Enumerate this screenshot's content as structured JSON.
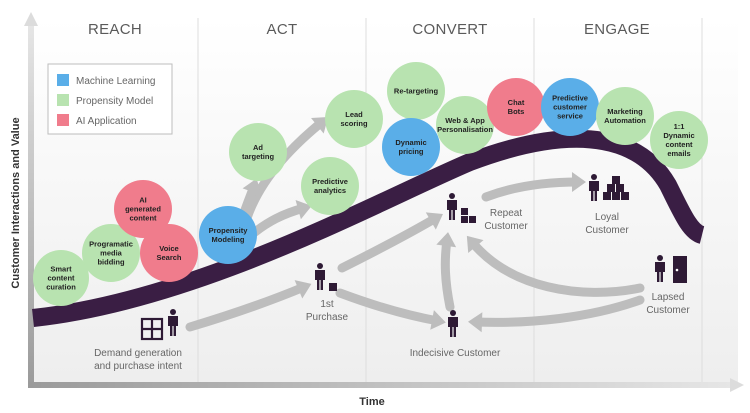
{
  "colors": {
    "machine_learning": "#5aaee8",
    "propensity_model": "#b8e3b0",
    "ai_application": "#f07c8c",
    "curve": "#3a1e44",
    "arrow": "#bdbdbd",
    "person": "#2e1a35"
  },
  "phases": [
    "REACH",
    "ACT",
    "CONVERT",
    "ENGAGE"
  ],
  "axes": {
    "y_label": "Customer Interactions and Value",
    "x_label": "Time"
  },
  "legend": [
    {
      "label": "Machine Learning",
      "category": "machine_learning"
    },
    {
      "label": "Propensity Model",
      "category": "propensity_model"
    },
    {
      "label": "AI Application",
      "category": "ai_application"
    }
  ],
  "bubbles": [
    {
      "id": "smart-content-curation",
      "lines": [
        "Smart",
        "content",
        "curation"
      ],
      "category": "propensity_model"
    },
    {
      "id": "programatic-media-bidding",
      "lines": [
        "Programatic",
        "media",
        "bidding"
      ],
      "category": "propensity_model"
    },
    {
      "id": "ai-generated-content",
      "lines": [
        "AI",
        "generated",
        "content"
      ],
      "category": "ai_application"
    },
    {
      "id": "voice-search",
      "lines": [
        "Voice",
        "Search"
      ],
      "category": "ai_application"
    },
    {
      "id": "propensity-modeling",
      "lines": [
        "Propensity",
        "Modeling"
      ],
      "category": "machine_learning"
    },
    {
      "id": "ad-targeting",
      "lines": [
        "Ad",
        "targeting"
      ],
      "category": "propensity_model"
    },
    {
      "id": "lead-scoring",
      "lines": [
        "Lead",
        "scoring"
      ],
      "category": "propensity_model"
    },
    {
      "id": "predictive-analytics",
      "lines": [
        "Predictive",
        "analytics"
      ],
      "category": "propensity_model"
    },
    {
      "id": "re-targeting",
      "lines": [
        "Re-targeting"
      ],
      "category": "propensity_model"
    },
    {
      "id": "dynamic-pricing",
      "lines": [
        "Dynamic",
        "pricing"
      ],
      "category": "machine_learning"
    },
    {
      "id": "web-app-personalisation",
      "lines": [
        "Web & App",
        "Personalisation"
      ],
      "category": "propensity_model"
    },
    {
      "id": "chat-bots",
      "lines": [
        "Chat",
        "Bots"
      ],
      "category": "ai_application"
    },
    {
      "id": "predictive-customer-service",
      "lines": [
        "Predictive",
        "customer",
        "service"
      ],
      "category": "machine_learning"
    },
    {
      "id": "marketing-automation",
      "lines": [
        "Marketing",
        "Automation"
      ],
      "category": "propensity_model"
    },
    {
      "id": "dynamic-content-emails",
      "lines": [
        "1:1",
        "Dynamic",
        "content",
        "emails"
      ],
      "category": "propensity_model"
    }
  ],
  "personas": [
    {
      "id": "demand-generation",
      "lines": [
        "Demand generation",
        "and purchase intent"
      ],
      "icon": "person-with-window-icon"
    },
    {
      "id": "first-purchase",
      "lines": [
        "1st",
        "Purchase"
      ],
      "icon": "person-with-box-icon"
    },
    {
      "id": "repeat-customer",
      "lines": [
        "Repeat",
        "Customer"
      ],
      "icon": "person-with-boxes-icon"
    },
    {
      "id": "loyal-customer",
      "lines": [
        "Loyal",
        "Customer"
      ],
      "icon": "person-with-box-stack-icon"
    },
    {
      "id": "indecisive-customer",
      "lines": [
        "Indecisive Customer"
      ],
      "icon": "person-icon"
    },
    {
      "id": "lapsed-customer",
      "lines": [
        "Lapsed",
        "Customer"
      ],
      "icon": "person-with-door-icon"
    }
  ]
}
